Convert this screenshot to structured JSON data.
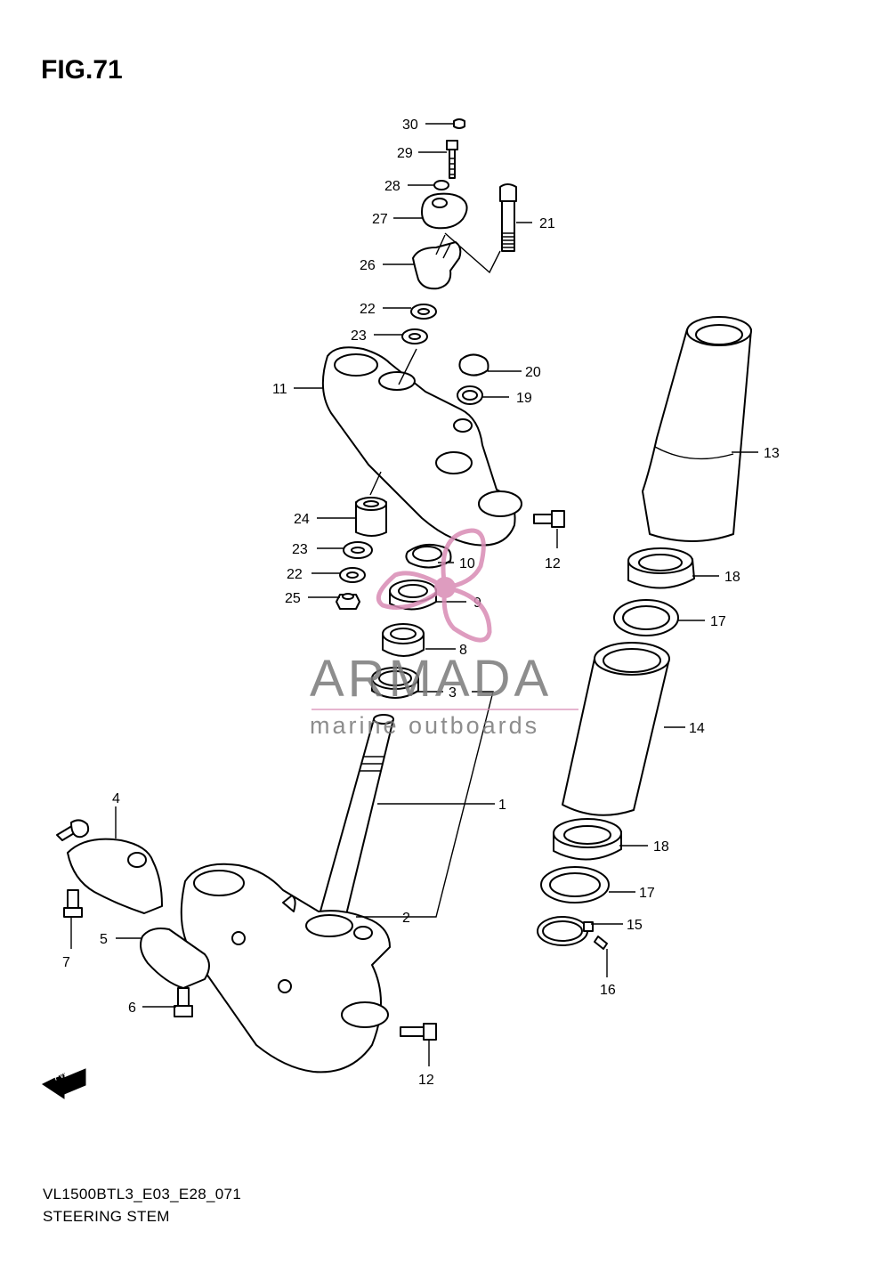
{
  "figure": {
    "title": "FIG.71",
    "model_code": "VL1500BTL3_E03_E28_071",
    "section_name": "STEERING STEM"
  },
  "watermark": {
    "brand": "ARMADA",
    "tagline": "marine outboards",
    "color": "#d98bb5"
  },
  "fwd_label": "FWD",
  "callouts": [
    {
      "id": "c30",
      "label": "30"
    },
    {
      "id": "c29",
      "label": "29"
    },
    {
      "id": "c28",
      "label": "28"
    },
    {
      "id": "c27",
      "label": "27"
    },
    {
      "id": "c21",
      "label": "21"
    },
    {
      "id": "c26",
      "label": "26"
    },
    {
      "id": "c22a",
      "label": "22"
    },
    {
      "id": "c23a",
      "label": "23"
    },
    {
      "id": "c20",
      "label": "20"
    },
    {
      "id": "c19",
      "label": "19"
    },
    {
      "id": "c11",
      "label": "11"
    },
    {
      "id": "c13",
      "label": "13"
    },
    {
      "id": "c24",
      "label": "24"
    },
    {
      "id": "c23b",
      "label": "23"
    },
    {
      "id": "c22b",
      "label": "22"
    },
    {
      "id": "c25",
      "label": "25"
    },
    {
      "id": "c10",
      "label": "10"
    },
    {
      "id": "c12a",
      "label": "12"
    },
    {
      "id": "c18a",
      "label": "18"
    },
    {
      "id": "c9",
      "label": "9"
    },
    {
      "id": "c17a",
      "label": "17"
    },
    {
      "id": "c8",
      "label": "8"
    },
    {
      "id": "c3",
      "label": "3"
    },
    {
      "id": "c14",
      "label": "14"
    },
    {
      "id": "c1",
      "label": "1"
    },
    {
      "id": "c4",
      "label": "4"
    },
    {
      "id": "c18b",
      "label": "18"
    },
    {
      "id": "c17b",
      "label": "17"
    },
    {
      "id": "c2",
      "label": "2"
    },
    {
      "id": "c15",
      "label": "15"
    },
    {
      "id": "c5",
      "label": "5"
    },
    {
      "id": "c7",
      "label": "7"
    },
    {
      "id": "c16",
      "label": "16"
    },
    {
      "id": "c6",
      "label": "6"
    },
    {
      "id": "c12b",
      "label": "12"
    }
  ]
}
